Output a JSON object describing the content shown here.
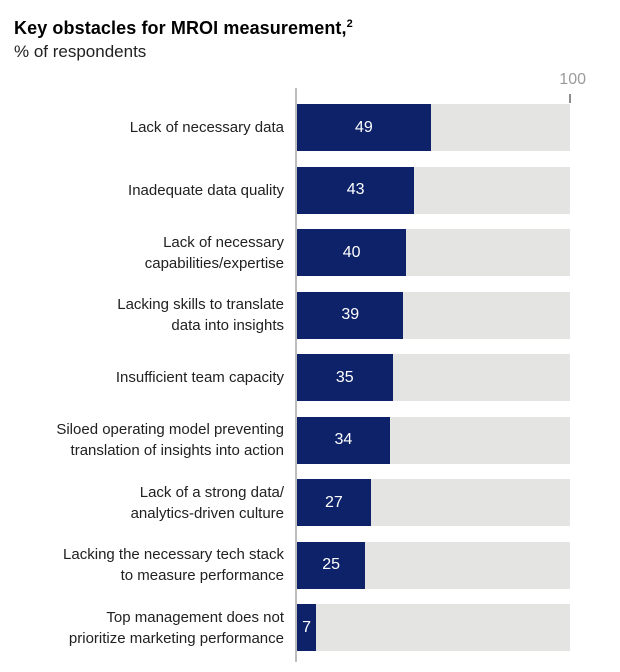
{
  "header": {
    "title_text": "Key obstacles for MROI measurement,",
    "title_superscript": "2",
    "subtitle": "% of respondents"
  },
  "axis": {
    "max_label": "100"
  },
  "colors": {
    "bar": "#0e2269",
    "track": "#e4e4e2",
    "axis_line": "#bdbdbd",
    "tick": "#8c8c8c",
    "axis_label_text": "#9b9b9b",
    "value_text": "#ffffff",
    "label_text": "#212121"
  },
  "chart_data": {
    "type": "bar",
    "orientation": "horizontal",
    "title": "Key obstacles for MROI measurement",
    "subtitle": "% of respondents",
    "xlim": [
      0,
      100
    ],
    "grid": false,
    "legend": false,
    "axis_tick_labels": [
      "100"
    ],
    "categories": [
      "Lack of necessary data",
      "Inadequate data quality",
      "Lack of necessary capabilities/expertise",
      "Lacking skills to translate data into insights",
      "Insufficient team capacity",
      "Siloed operating model preventing translation of insights into action",
      "Lack of a strong data/analytics-driven culture",
      "Lacking the necessary tech stack to measure performance",
      "Top management does not prioritize marketing performance"
    ],
    "values": [
      49,
      43,
      40,
      39,
      35,
      34,
      27,
      25,
      7
    ],
    "display_labels": [
      "Lack of necessary data",
      "Inadequate data quality",
      "Lack of necessary\ncapabilities/expertise",
      "Lacking skills to translate\ndata into insights",
      "Insufficient team capacity",
      "Siloed operating model preventing\ntranslation of insights into action",
      "Lack of a strong data/\nanalytics-driven culture",
      "Lacking the necessary tech stack\nto measure performance",
      "Top management does not\nprioritize marketing performance"
    ]
  }
}
